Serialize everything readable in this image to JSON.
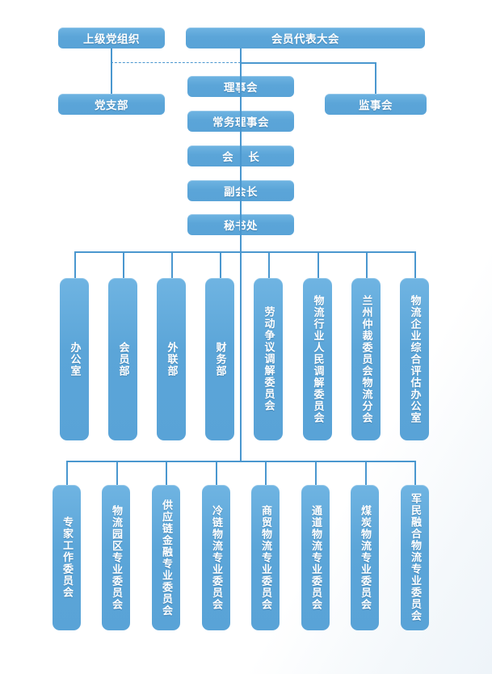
{
  "meta": {
    "title": "物流行业协会组织架构图",
    "accent_color": "#59a3d7",
    "line_color": "#4a97cf",
    "text_color": "#ffffff",
    "background_color": "#ffffff"
  },
  "top": {
    "party_org": "上级党组织",
    "assembly": "会员代表大会",
    "party_branch": "党支部",
    "board": "理事会",
    "supervisors": "监事会",
    "standing_board": "常务理事会",
    "president": "会  长",
    "vice_president": "副会长",
    "secretariat": "秘书处"
  },
  "departments": [
    {
      "label": "办公室"
    },
    {
      "label": "会员部"
    },
    {
      "label": "外联部"
    },
    {
      "label": "财务部"
    },
    {
      "label": "劳动争议调解委员会"
    },
    {
      "label": "物流行业人民调解委员会"
    },
    {
      "label": "兰州仲裁委员会物流分会"
    },
    {
      "label": "物流企业综合评估办公室"
    }
  ],
  "committees": [
    {
      "label": "专家工作委员会"
    },
    {
      "label": "物流园区专业委员会"
    },
    {
      "label": "供应链金融专业委员会"
    },
    {
      "label": "冷链物流专业委员会"
    },
    {
      "label": "商贸物流专业委员会"
    },
    {
      "label": "通道物流专业委员会"
    },
    {
      "label": "煤炭物流专业委员会"
    },
    {
      "label": "军民融合物流专业委员会"
    }
  ]
}
